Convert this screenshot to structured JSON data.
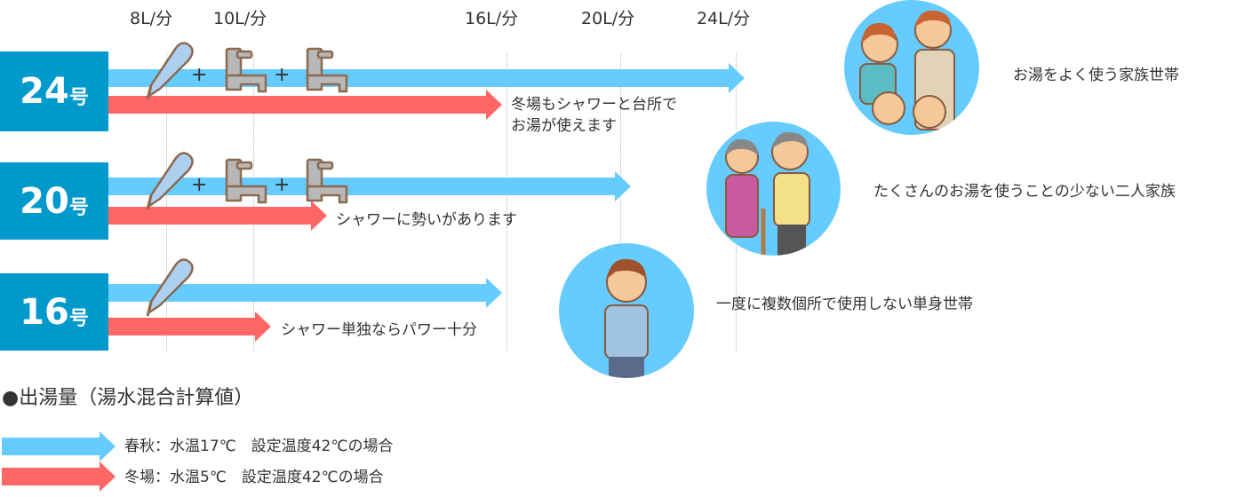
{
  "axis_ticks": [
    "8L/分",
    "10L/分",
    "16L/分",
    "20L/分",
    "24L/分"
  ],
  "heaters": [
    {
      "number": "24",
      "suffix": "号",
      "winter_caption_line1": "冬場もシャワーと台所で",
      "winter_caption_line2": "お湯が使えます"
    },
    {
      "number": "20",
      "suffix": "号",
      "winter_caption_line1": "シャワーに勢いがあります"
    },
    {
      "number": "16",
      "suffix": "号",
      "winter_caption_line1": "シャワー単独ならパワー十分"
    }
  ],
  "plus_sign": "+",
  "households": [
    {
      "label": "お湯をよく使う家族世帯"
    },
    {
      "label": "たくさんのお湯を使うことの少ない二人家族"
    },
    {
      "label": "一度に複数個所で使用しない単身世帯"
    }
  ],
  "legend": {
    "title": "●出湯量（湯水混合計算値）",
    "items": [
      {
        "label": "春秋：水温17℃　設定温度42℃の場合",
        "color": "#66ccff"
      },
      {
        "label": "冬場：水温5℃　設定温度42℃の場合",
        "color": "#ff6666"
      }
    ]
  },
  "colors": {
    "label_box": "#0099cc",
    "spring_autumn": "#66ccff",
    "winter": "#ff6666"
  }
}
